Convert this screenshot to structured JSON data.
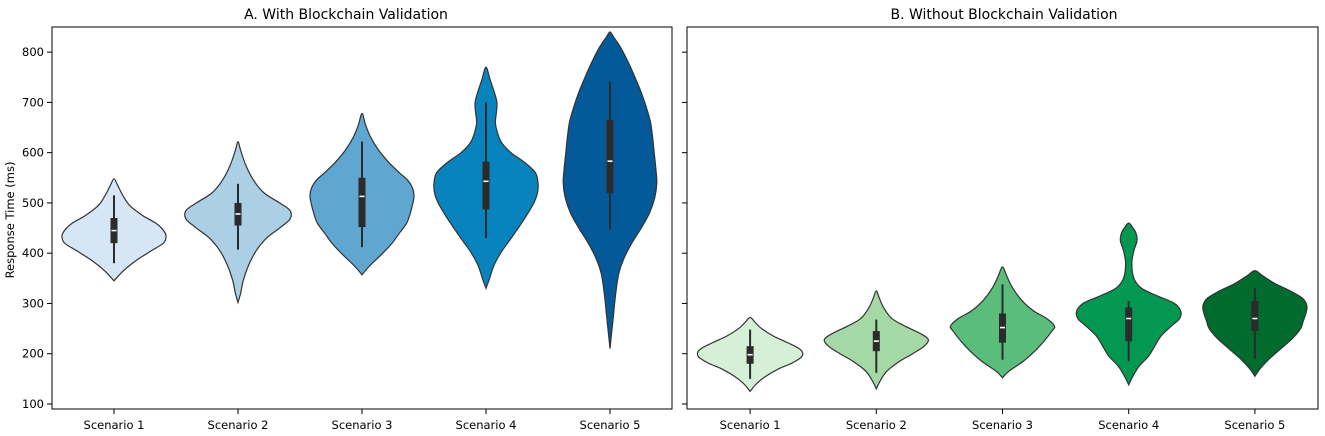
{
  "chart_data": [
    {
      "type": "violin",
      "title": "A. With Blockchain Validation",
      "ylabel": "Response Time (ms)",
      "xlabel": "",
      "categories": [
        "Scenario 1",
        "Scenario 2",
        "Scenario 3",
        "Scenario 4",
        "Scenario 5"
      ],
      "ylim": [
        90,
        850
      ],
      "yticks": [
        100,
        200,
        300,
        400,
        500,
        600,
        700,
        800
      ],
      "grid": false,
      "colors": [
        "#d6e6f4",
        "#abcfe5",
        "#5fa6d1",
        "#0883bd",
        "#045a98"
      ],
      "violins": [
        {
          "min": 345,
          "max": 548,
          "q1": 420,
          "median": 445,
          "q3": 470,
          "whisker_low": 380,
          "whisker_high": 515,
          "density": [
            [
              345,
              0
            ],
            [
              365,
              0.18
            ],
            [
              385,
              0.42
            ],
            [
              405,
              0.72
            ],
            [
              420,
              0.95
            ],
            [
              435,
              1.0
            ],
            [
              448,
              0.93
            ],
            [
              460,
              0.8
            ],
            [
              475,
              0.55
            ],
            [
              495,
              0.3
            ],
            [
              515,
              0.17
            ],
            [
              535,
              0.07
            ],
            [
              548,
              0
            ]
          ]
        },
        {
          "min": 302,
          "max": 622,
          "q1": 455,
          "median": 478,
          "q3": 500,
          "whisker_low": 407,
          "whisker_high": 538,
          "density": [
            [
              302,
              0
            ],
            [
              320,
              0.05
            ],
            [
              345,
              0.1
            ],
            [
              375,
              0.2
            ],
            [
              405,
              0.35
            ],
            [
              430,
              0.55
            ],
            [
              450,
              0.8
            ],
            [
              468,
              1.0
            ],
            [
              485,
              1.0
            ],
            [
              500,
              0.8
            ],
            [
              520,
              0.5
            ],
            [
              545,
              0.3
            ],
            [
              575,
              0.15
            ],
            [
              605,
              0.05
            ],
            [
              622,
              0
            ]
          ]
        },
        {
          "min": 357,
          "max": 678,
          "q1": 452,
          "median": 513,
          "q3": 550,
          "whisker_low": 412,
          "whisker_high": 622,
          "density": [
            [
              357,
              0
            ],
            [
              375,
              0.15
            ],
            [
              400,
              0.4
            ],
            [
              420,
              0.58
            ],
            [
              440,
              0.72
            ],
            [
              460,
              0.86
            ],
            [
              480,
              0.93
            ],
            [
              500,
              0.98
            ],
            [
              515,
              1.0
            ],
            [
              530,
              0.97
            ],
            [
              545,
              0.88
            ],
            [
              560,
              0.72
            ],
            [
              580,
              0.52
            ],
            [
              605,
              0.32
            ],
            [
              630,
              0.17
            ],
            [
              655,
              0.07
            ],
            [
              678,
              0
            ]
          ]
        },
        {
          "min": 330,
          "max": 770,
          "q1": 487,
          "median": 543,
          "q3": 582,
          "whisker_low": 430,
          "whisker_high": 700,
          "density": [
            [
              330,
              0
            ],
            [
              350,
              0.07
            ],
            [
              375,
              0.15
            ],
            [
              400,
              0.28
            ],
            [
              425,
              0.45
            ],
            [
              450,
              0.62
            ],
            [
              475,
              0.78
            ],
            [
              500,
              0.92
            ],
            [
              520,
              0.99
            ],
            [
              540,
              1.0
            ],
            [
              560,
              0.95
            ],
            [
              580,
              0.75
            ],
            [
              600,
              0.48
            ],
            [
              620,
              0.3
            ],
            [
              640,
              0.22
            ],
            [
              660,
              0.18
            ],
            [
              680,
              0.2
            ],
            [
              700,
              0.21
            ],
            [
              720,
              0.16
            ],
            [
              745,
              0.08
            ],
            [
              770,
              0
            ]
          ]
        },
        {
          "min": 210,
          "max": 840,
          "q1": 520,
          "median": 583,
          "q3": 665,
          "whisker_low": 447,
          "whisker_high": 742,
          "density": [
            [
              210,
              0
            ],
            [
              240,
              0.03
            ],
            [
              280,
              0.07
            ],
            [
              320,
              0.11
            ],
            [
              360,
              0.17
            ],
            [
              390,
              0.27
            ],
            [
              420,
              0.42
            ],
            [
              450,
              0.6
            ],
            [
              480,
              0.76
            ],
            [
              510,
              0.86
            ],
            [
              540,
              0.9
            ],
            [
              570,
              0.88
            ],
            [
              600,
              0.85
            ],
            [
              630,
              0.82
            ],
            [
              660,
              0.78
            ],
            [
              690,
              0.7
            ],
            [
              720,
              0.6
            ],
            [
              750,
              0.48
            ],
            [
              780,
              0.35
            ],
            [
              810,
              0.2
            ],
            [
              830,
              0.07
            ],
            [
              840,
              0
            ]
          ]
        }
      ]
    },
    {
      "type": "violin",
      "title": "B. Without Blockchain Validation",
      "ylabel": "",
      "xlabel": "",
      "categories": [
        "Scenario 1",
        "Scenario 2",
        "Scenario 3",
        "Scenario 4",
        "Scenario 5"
      ],
      "ylim": [
        90,
        850
      ],
      "yticks": [
        100,
        200,
        300,
        400,
        500,
        600,
        700,
        800
      ],
      "grid": false,
      "colors": [
        "#d5f0d6",
        "#a4d9a6",
        "#5bbd7b",
        "#039851",
        "#006b2c"
      ],
      "violins": [
        {
          "min": 125,
          "max": 272,
          "q1": 180,
          "median": 198,
          "q3": 215,
          "whisker_low": 150,
          "whisker_high": 248,
          "density": [
            [
              125,
              0
            ],
            [
              140,
              0.12
            ],
            [
              155,
              0.3
            ],
            [
              170,
              0.55
            ],
            [
              182,
              0.82
            ],
            [
              195,
              1.0
            ],
            [
              208,
              0.97
            ],
            [
              222,
              0.72
            ],
            [
              235,
              0.45
            ],
            [
              250,
              0.22
            ],
            [
              262,
              0.1
            ],
            [
              272,
              0
            ]
          ]
        },
        {
          "min": 130,
          "max": 325,
          "q1": 205,
          "median": 225,
          "q3": 245,
          "whisker_low": 162,
          "whisker_high": 268,
          "density": [
            [
              130,
              0
            ],
            [
              145,
              0.07
            ],
            [
              165,
              0.2
            ],
            [
              185,
              0.45
            ],
            [
              200,
              0.7
            ],
            [
              215,
              0.92
            ],
            [
              228,
              1.0
            ],
            [
              240,
              0.85
            ],
            [
              255,
              0.55
            ],
            [
              270,
              0.3
            ],
            [
              290,
              0.15
            ],
            [
              310,
              0.06
            ],
            [
              325,
              0
            ]
          ]
        },
        {
          "min": 152,
          "max": 373,
          "q1": 222,
          "median": 252,
          "q3": 280,
          "whisker_low": 188,
          "whisker_high": 338,
          "density": [
            [
              152,
              0
            ],
            [
              165,
              0.12
            ],
            [
              185,
              0.4
            ],
            [
              205,
              0.62
            ],
            [
              225,
              0.8
            ],
            [
              245,
              0.95
            ],
            [
              255,
              1.0
            ],
            [
              270,
              0.85
            ],
            [
              285,
              0.6
            ],
            [
              305,
              0.38
            ],
            [
              330,
              0.2
            ],
            [
              355,
              0.08
            ],
            [
              373,
              0
            ]
          ]
        },
        {
          "min": 138,
          "max": 460,
          "q1": 225,
          "median": 270,
          "q3": 292,
          "whisker_low": 185,
          "whisker_high": 305,
          "density": [
            [
              138,
              0
            ],
            [
              155,
              0.08
            ],
            [
              175,
              0.2
            ],
            [
              195,
              0.38
            ],
            [
              215,
              0.5
            ],
            [
              235,
              0.62
            ],
            [
              255,
              0.82
            ],
            [
              270,
              0.98
            ],
            [
              285,
              1.0
            ],
            [
              300,
              0.88
            ],
            [
              315,
              0.55
            ],
            [
              330,
              0.25
            ],
            [
              350,
              0.1
            ],
            [
              380,
              0.06
            ],
            [
              405,
              0.1
            ],
            [
              425,
              0.16
            ],
            [
              440,
              0.14
            ],
            [
              452,
              0.07
            ],
            [
              460,
              0
            ]
          ]
        },
        {
          "min": 155,
          "max": 365,
          "q1": 245,
          "median": 270,
          "q3": 305,
          "whisker_low": 190,
          "whisker_high": 330,
          "density": [
            [
              155,
              0
            ],
            [
              170,
              0.1
            ],
            [
              190,
              0.28
            ],
            [
              210,
              0.5
            ],
            [
              230,
              0.72
            ],
            [
              250,
              0.88
            ],
            [
              265,
              0.93
            ],
            [
              280,
              0.98
            ],
            [
              295,
              1.0
            ],
            [
              310,
              0.92
            ],
            [
              325,
              0.68
            ],
            [
              340,
              0.38
            ],
            [
              355,
              0.15
            ],
            [
              365,
              0
            ]
          ]
        }
      ]
    }
  ]
}
